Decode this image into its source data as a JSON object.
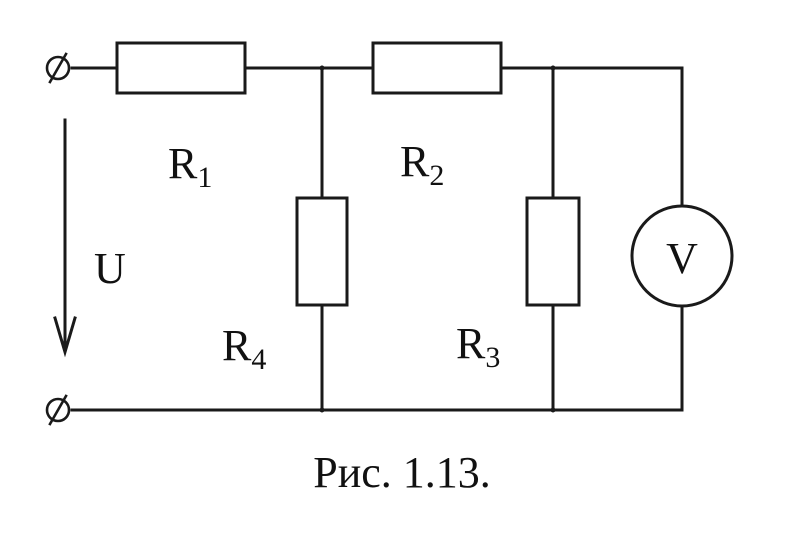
{
  "resistors": [
    {
      "id": "r1",
      "letter": "R",
      "index": "1"
    },
    {
      "id": "r2",
      "letter": "R",
      "index": "2"
    },
    {
      "id": "r3",
      "letter": "R",
      "index": "3"
    },
    {
      "id": "r4",
      "letter": "R",
      "index": "4"
    }
  ],
  "voltage_label": "U",
  "voltmeter_label": "V",
  "terminal_symbol": "⌀",
  "caption": "Рис. 1.13.",
  "colors": {
    "ink": "#1a1a1a",
    "background": "#ffffff"
  }
}
